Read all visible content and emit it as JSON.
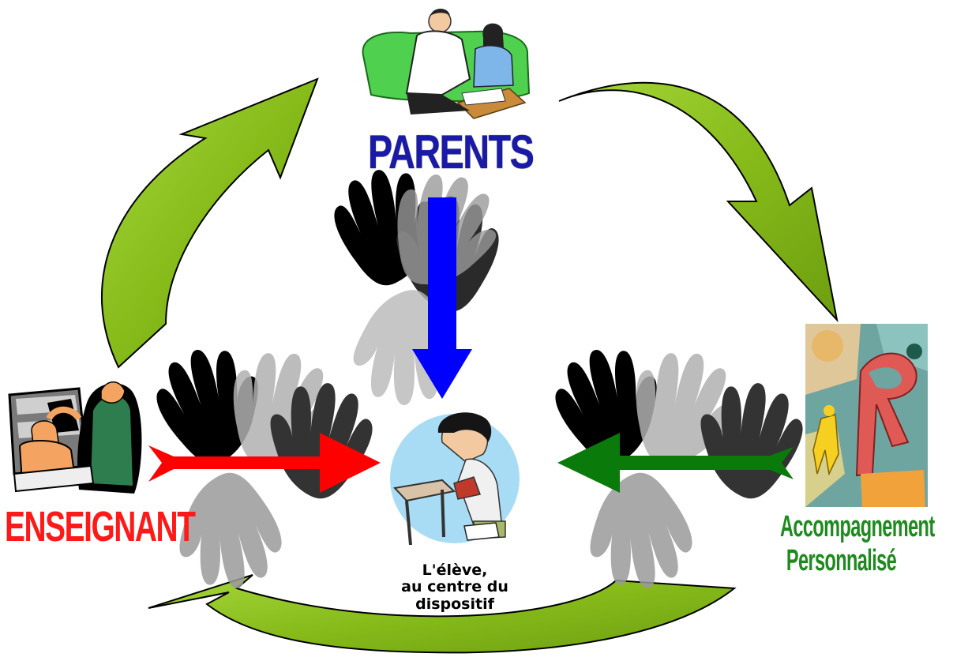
{
  "labels": {
    "parents": "PARENTS",
    "enseignant": "ENSEIGNANT",
    "accompagnement_line1": "Accompagnement",
    "accompagnement_line2": "Personnalisé",
    "eleve_line1": "L'élève,",
    "eleve_line2": "au centre du",
    "eleve_line3": "dispositif"
  },
  "colors": {
    "cycle_arrow": "#8fc31f",
    "parents_text": "#1a1aa8",
    "enseignant_text": "#ff1a1a",
    "accompagnement_text": "#1e8a1e",
    "blue_arrow": "#0000ff",
    "red_arrow": "#ff0000",
    "green_arrow": "#0a7a0a"
  },
  "icons": {
    "parents": "parent-child-reading-icon",
    "enseignant": "teacher-student-icon",
    "accompagnement": "figures-letter-r-icon",
    "eleve": "student-at-desk-icon",
    "hands": "joined-hands-icon"
  }
}
